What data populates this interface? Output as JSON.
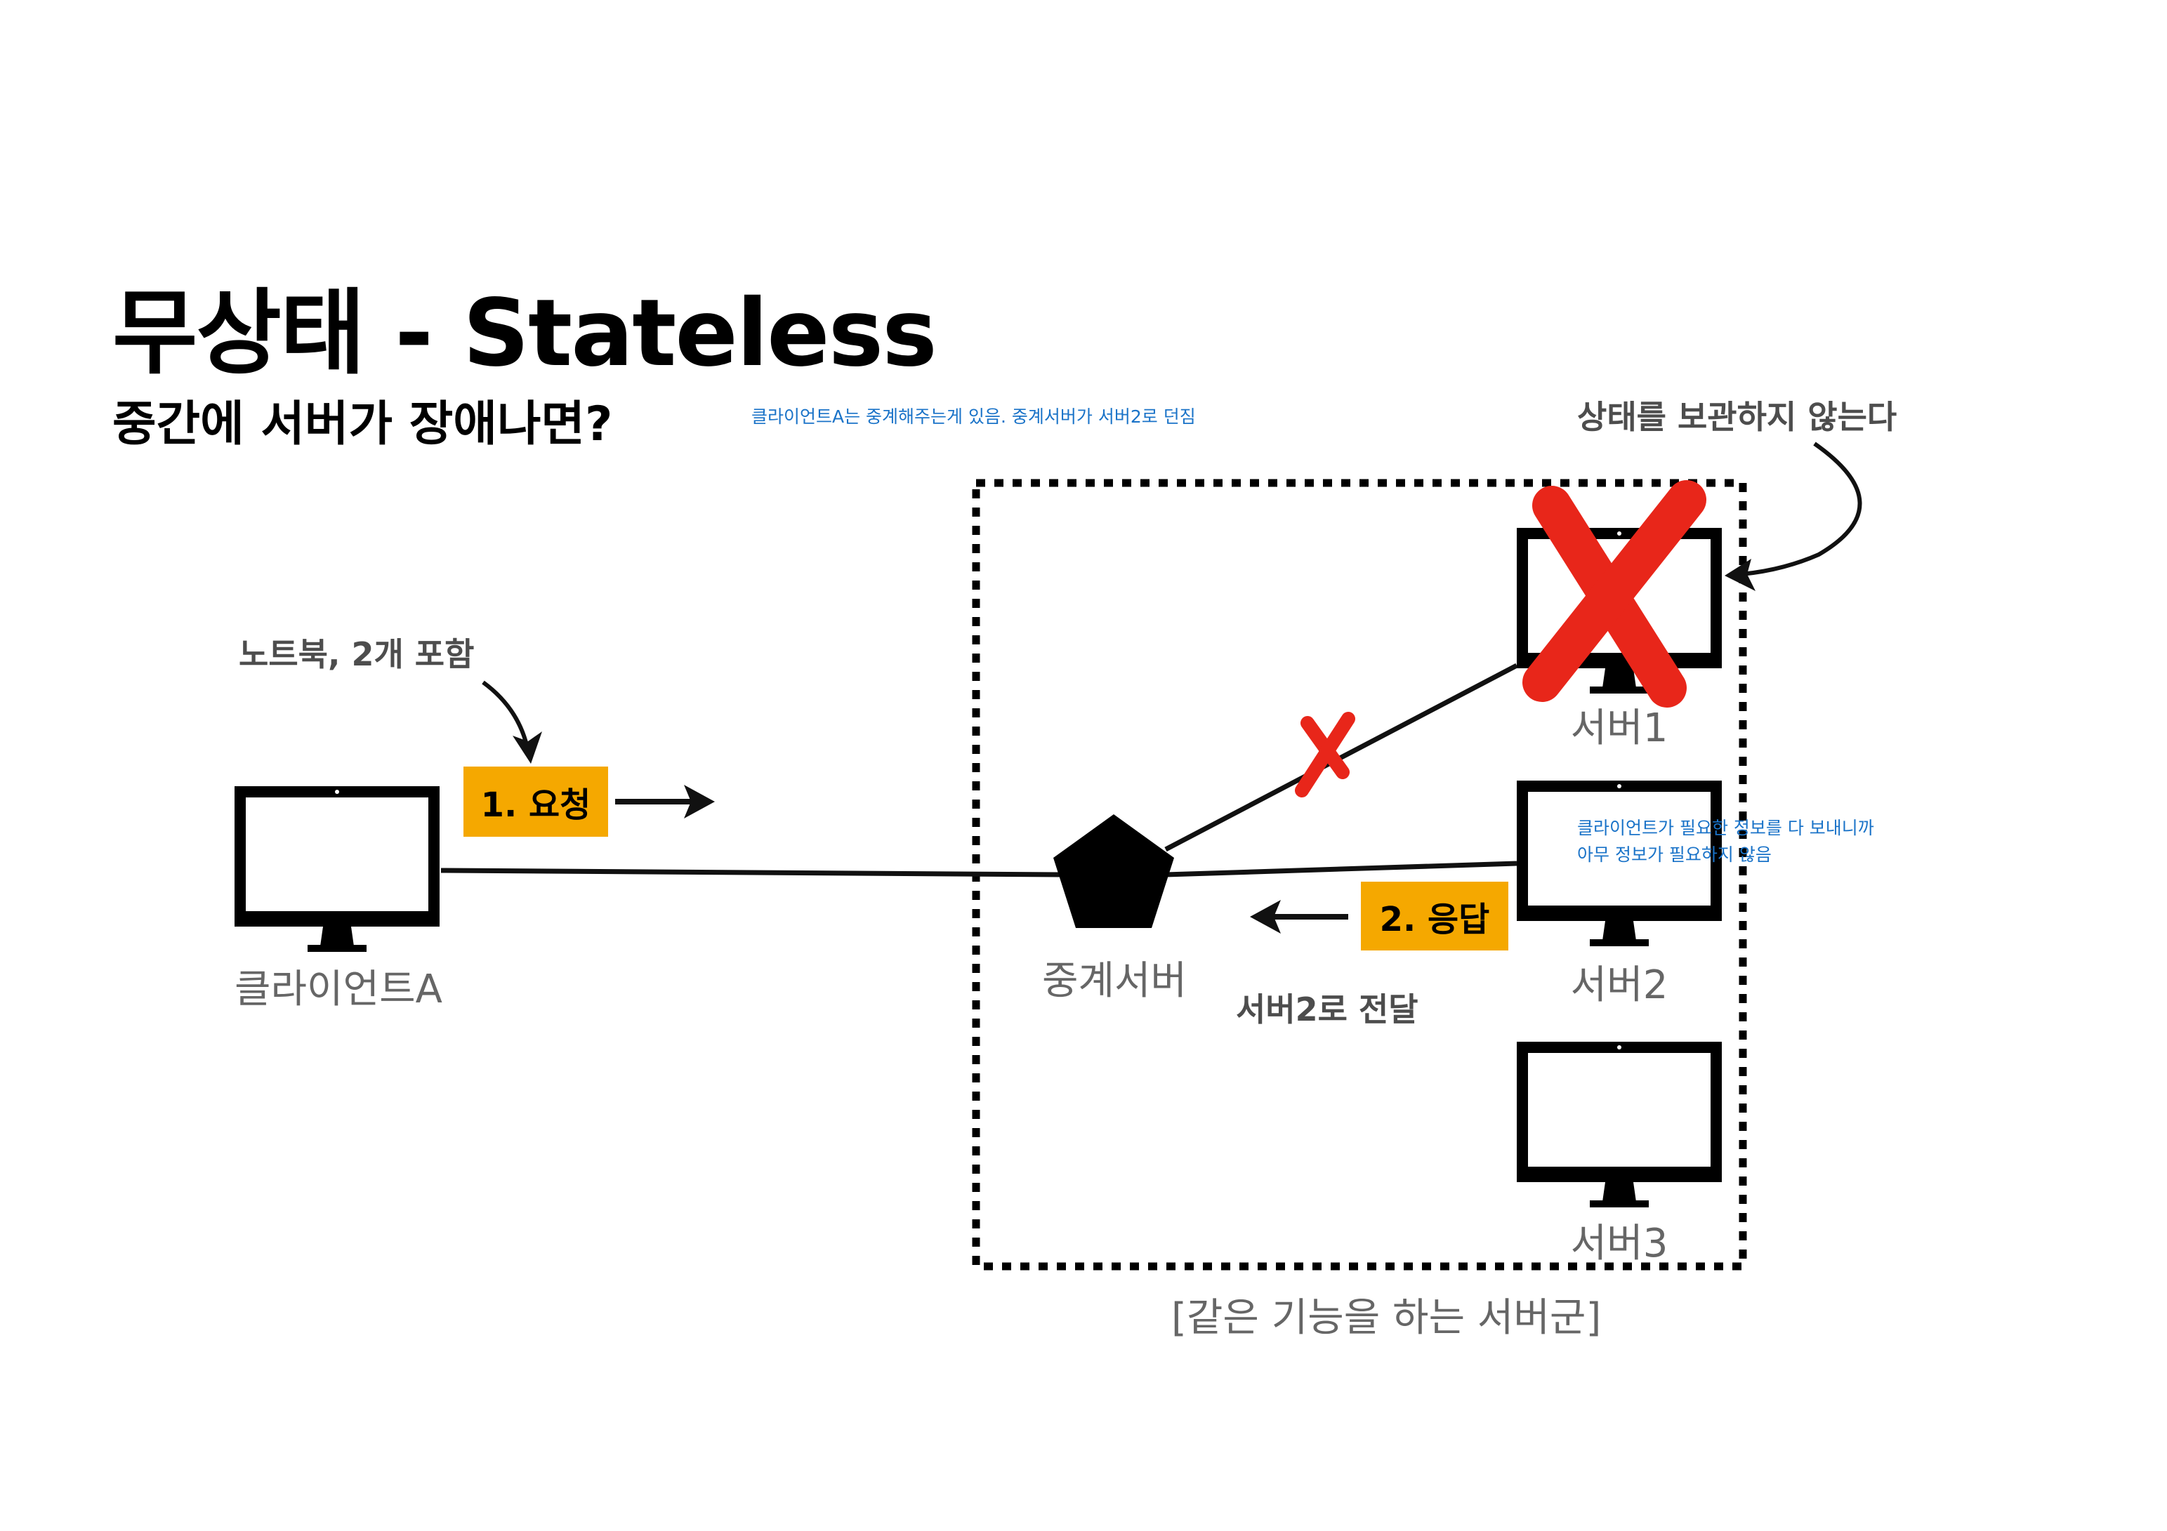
{
  "title": "무상태 - Stateless",
  "subtitle": "중간에 서버가 장애나면?",
  "notes": {
    "relay_note": "클라이언트A는 중계해주는게 있음. 중계서버가 서버2로 던짐",
    "stateless_note": "상태를 보관하지 않는다",
    "laptop_note": "노트북, 2개 포함",
    "server_note_line1": "클라이언트가 필요한 정보를 다 보내니까",
    "server_note_line2": "아무 정보가 필요하지 않음",
    "forward_note": "서버2로 전달"
  },
  "boxes": {
    "request": "1. 요청",
    "response": "2. 응답"
  },
  "labels": {
    "client": "클라이언트A",
    "relay": "중계서버",
    "server1": "서버1",
    "server2": "서버2",
    "server3": "서버3",
    "cluster": "[같은 기능을 하는 서버군]"
  },
  "colors": {
    "accent_orange": "#f5a800",
    "failure_red": "#e8261a",
    "note_blue": "#1a73c8"
  }
}
